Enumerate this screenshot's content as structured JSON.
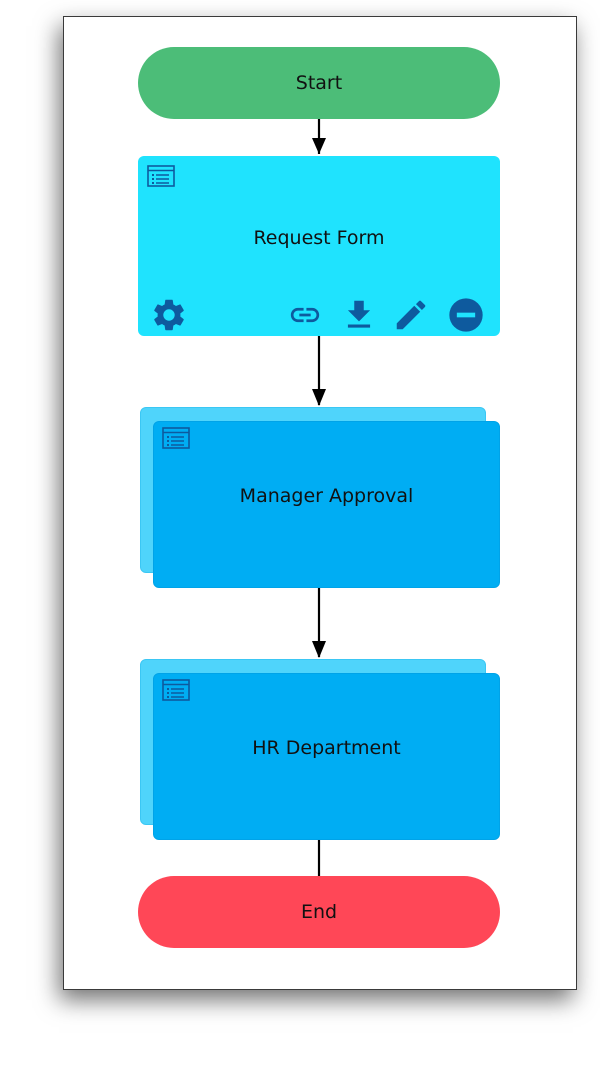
{
  "colors": {
    "start": "#4cbd78",
    "end": "#ff4757",
    "form_task": "#1fe3fe",
    "approval_task": "#00adf3",
    "toolbar_icon": "#0e5a9e",
    "connector": "#000000"
  },
  "nodes": {
    "start": {
      "label": "Start"
    },
    "request_form": {
      "label": "Request Form",
      "icons": [
        "form-icon",
        "gear-icon",
        "link-icon",
        "download-icon",
        "pencil-icon",
        "minus-circle-icon"
      ]
    },
    "manager_approval": {
      "label": "Manager Approval",
      "icons": [
        "form-icon"
      ]
    },
    "hr_department": {
      "label": "HR Department",
      "icons": [
        "form-icon"
      ]
    },
    "end": {
      "label": "End"
    }
  }
}
